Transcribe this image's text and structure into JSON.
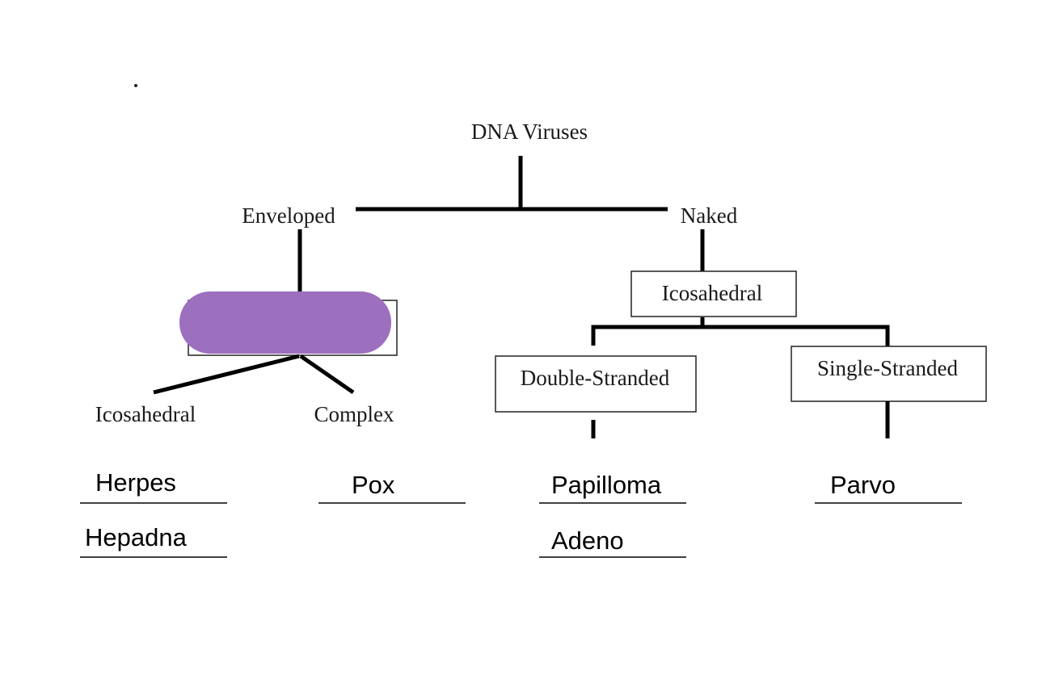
{
  "diagram": {
    "root": "DNA Viruses",
    "branches": {
      "enveloped": {
        "label": "Enveloped",
        "hidden_box_label": "",
        "highlight_color": "#9d6fbf",
        "children": {
          "icosahedral": "Icosahedral",
          "complex": "Complex"
        }
      },
      "naked": {
        "label": "Naked",
        "shape_box": "Icosahedral",
        "children": {
          "double_stranded": "Double-Stranded",
          "single_stranded": "Single-Stranded"
        }
      }
    }
  },
  "answers": {
    "enveloped_icosahedral": [
      "Herpes",
      "Hepadna"
    ],
    "enveloped_complex": [
      "Pox"
    ],
    "naked_double_stranded": [
      "Papilloma",
      "Adeno"
    ],
    "naked_single_stranded": [
      "Parvo"
    ]
  }
}
